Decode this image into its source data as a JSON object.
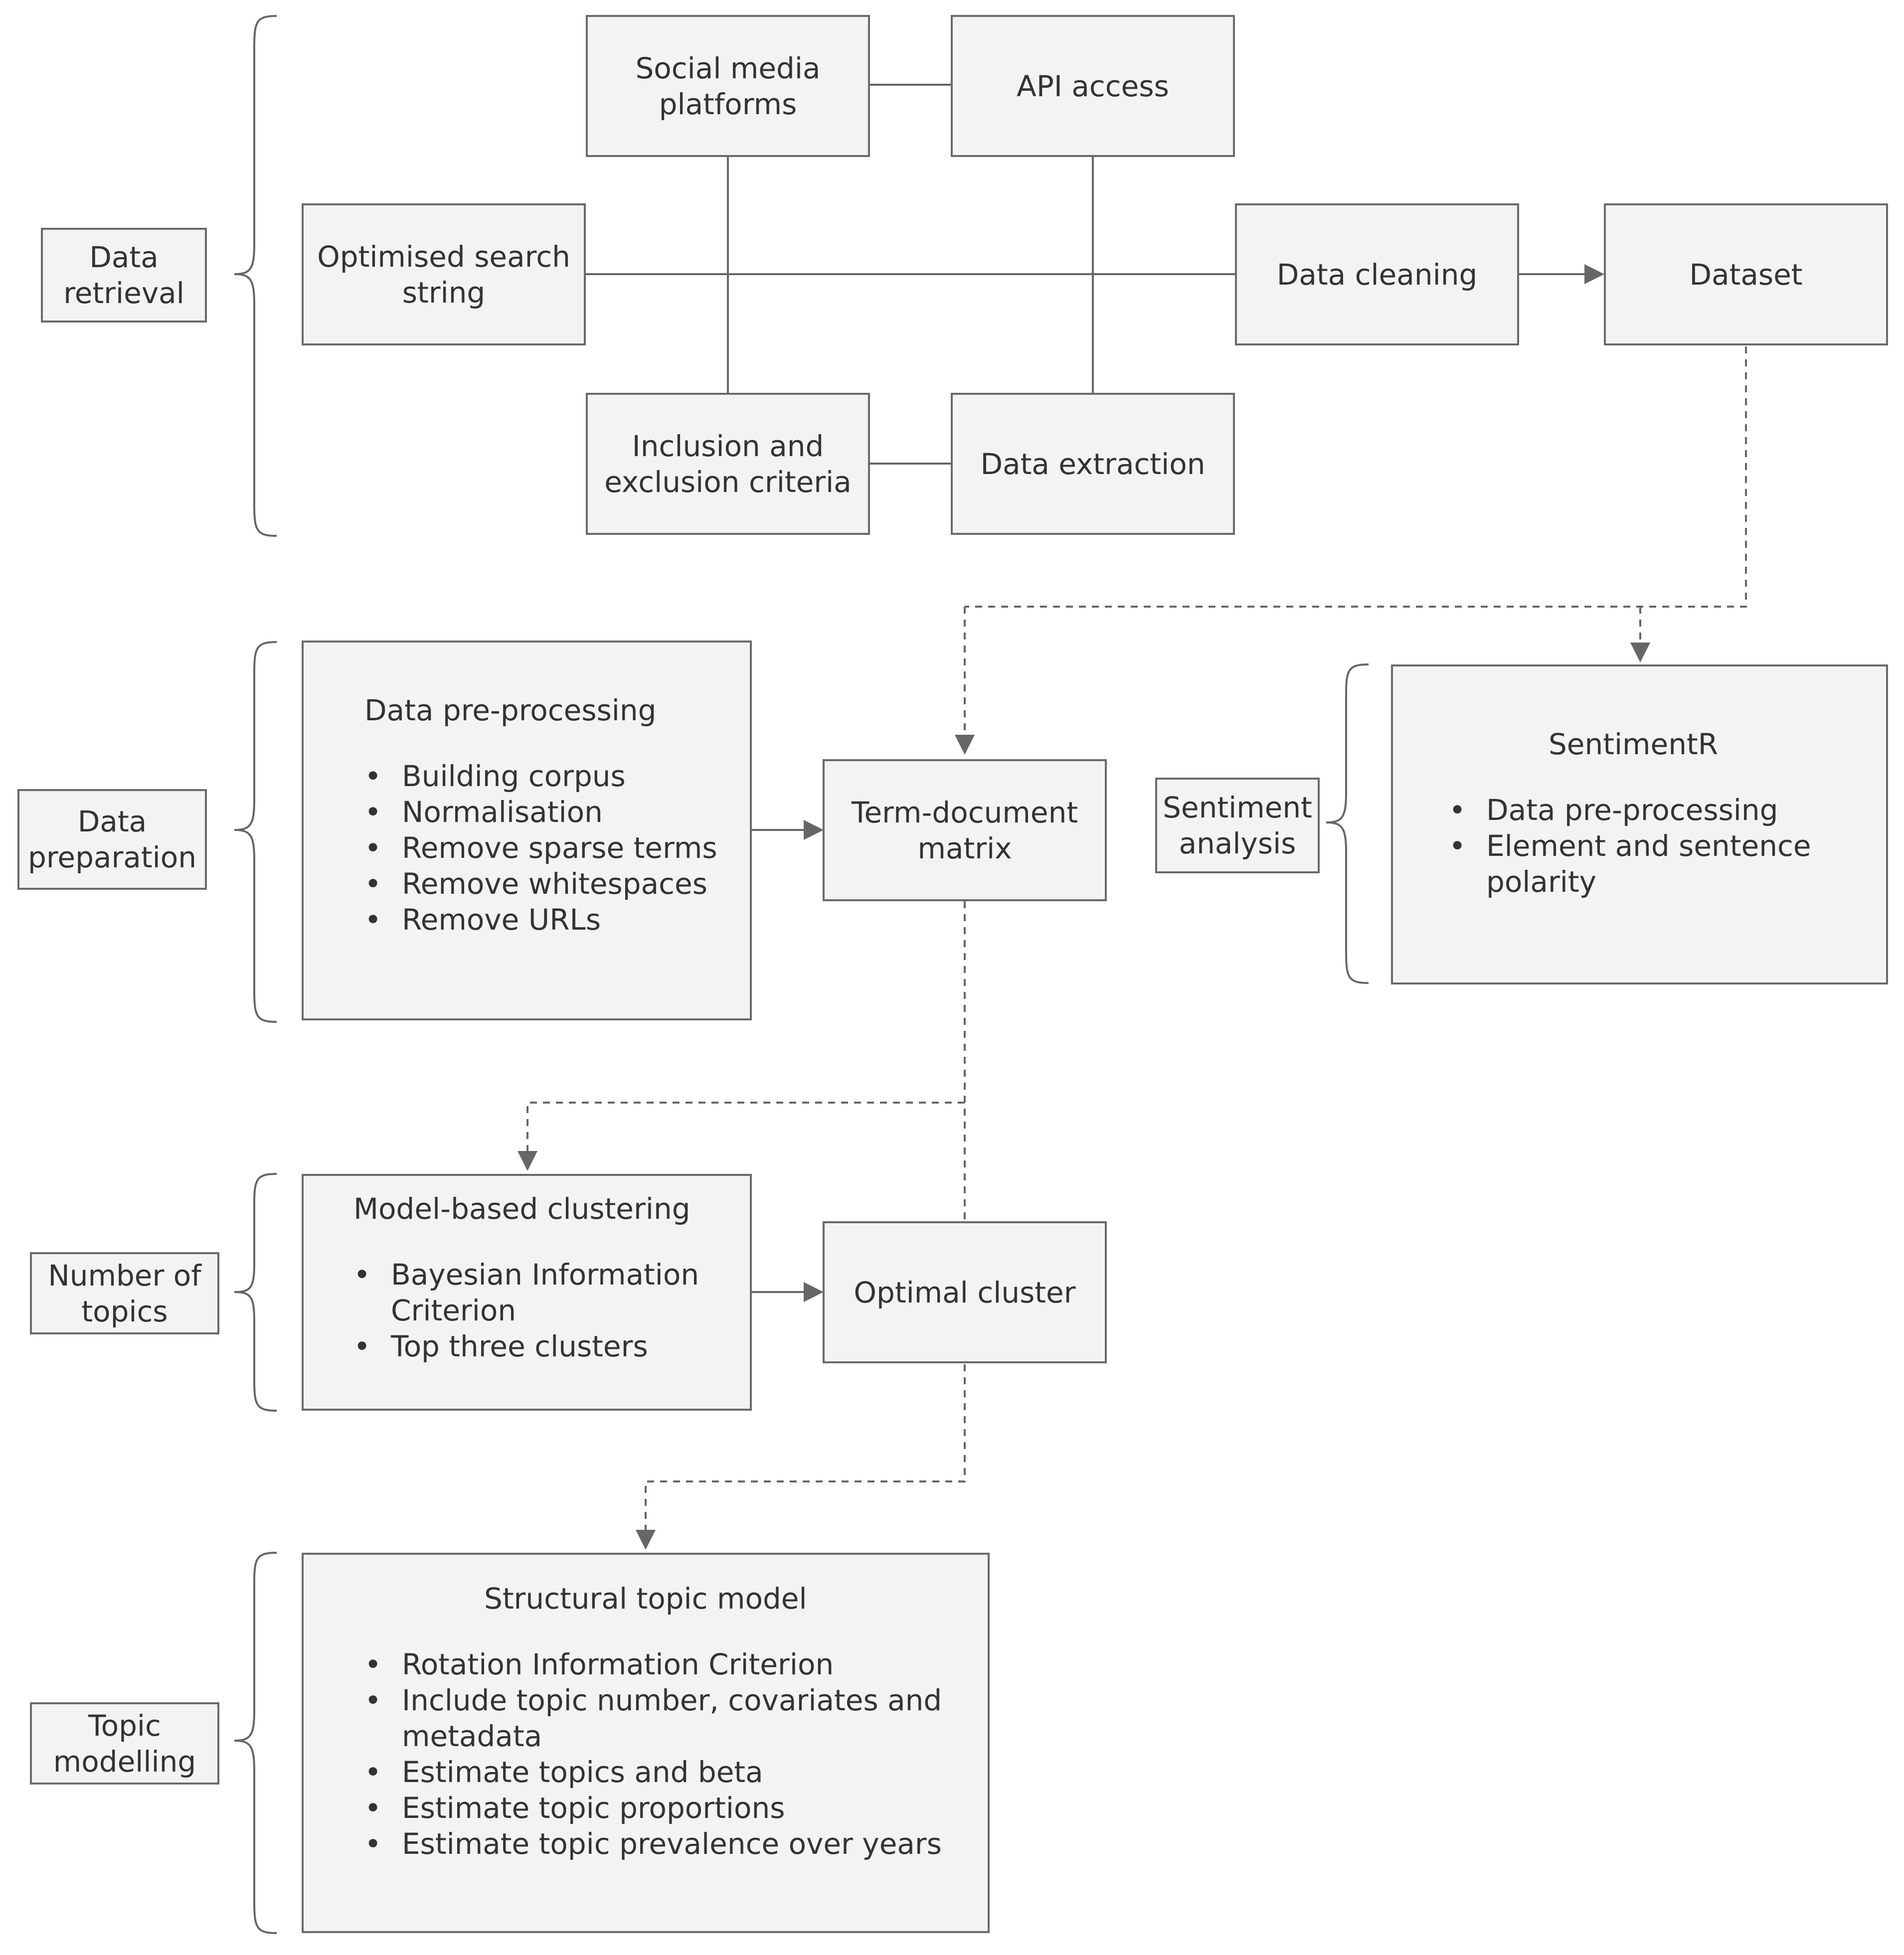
{
  "stages": {
    "data_retrieval": "Data\nretrieval",
    "data_preparation": "Data\npreparation",
    "number_of_topics": "Number of\ntopics",
    "topic_modelling": "Topic\nmodelling",
    "sentiment_analysis": "Sentiment\nanalysis"
  },
  "retrieval": {
    "social_media": "Social media\nplatforms",
    "api_access": "API access",
    "search_string": "Optimised search\nstring",
    "data_cleaning": "Data cleaning",
    "dataset": "Dataset",
    "inclusion": "Inclusion and\nexclusion criteria",
    "data_extraction": "Data extraction"
  },
  "preprocessing": {
    "title": "Data pre-processing",
    "items": [
      "Building corpus",
      "Normalisation",
      "Remove sparse terms",
      "Remove whitespaces",
      "Remove URLs"
    ]
  },
  "term_document_matrix": "Term-document\nmatrix",
  "sentiment": {
    "title": "SentimentR",
    "items": [
      "Data pre-processing",
      "Element and sentence",
      "polarity"
    ]
  },
  "clustering": {
    "title": "Model-based clustering",
    "items": [
      "Bayesian Information",
      "Criterion",
      "Top three clusters"
    ]
  },
  "optimal_cluster": "Optimal cluster",
  "topic_model": {
    "title": "Structural topic model",
    "items": [
      "Rotation Information Criterion",
      "Include topic number, covariates and",
      "metadata",
      "Estimate topics and beta",
      "Estimate topic proportions",
      "Estimate topic prevalence over years"
    ]
  },
  "bullet": "•",
  "colors": {
    "box_fill": "#f3f3f3",
    "box_border": "#6a6a6a",
    "line": "#666666",
    "text": "#333333"
  }
}
